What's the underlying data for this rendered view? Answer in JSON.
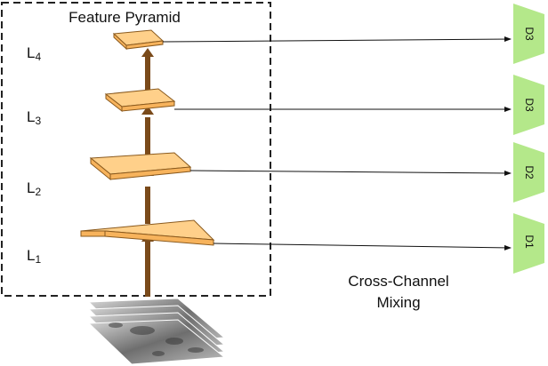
{
  "diagram": {
    "pyramid_title": "Feature Pyramid",
    "levels": [
      {
        "main": "L",
        "sub": "4"
      },
      {
        "main": "L",
        "sub": "3"
      },
      {
        "main": "L",
        "sub": "2"
      },
      {
        "main": "L",
        "sub": "1"
      }
    ],
    "decoders": [
      "D3",
      "D3",
      "D2",
      "D1"
    ],
    "caption_line1": "Cross-Channel",
    "caption_line2": "Mixing"
  },
  "colors": {
    "plate_top": "#ffd08a",
    "plate_side": "#f7b35c",
    "plate_stroke": "#8a5a1e",
    "arrow_up": "#7a4a1a",
    "decoder_fill": "#b4e88a",
    "frame": "#222222"
  }
}
